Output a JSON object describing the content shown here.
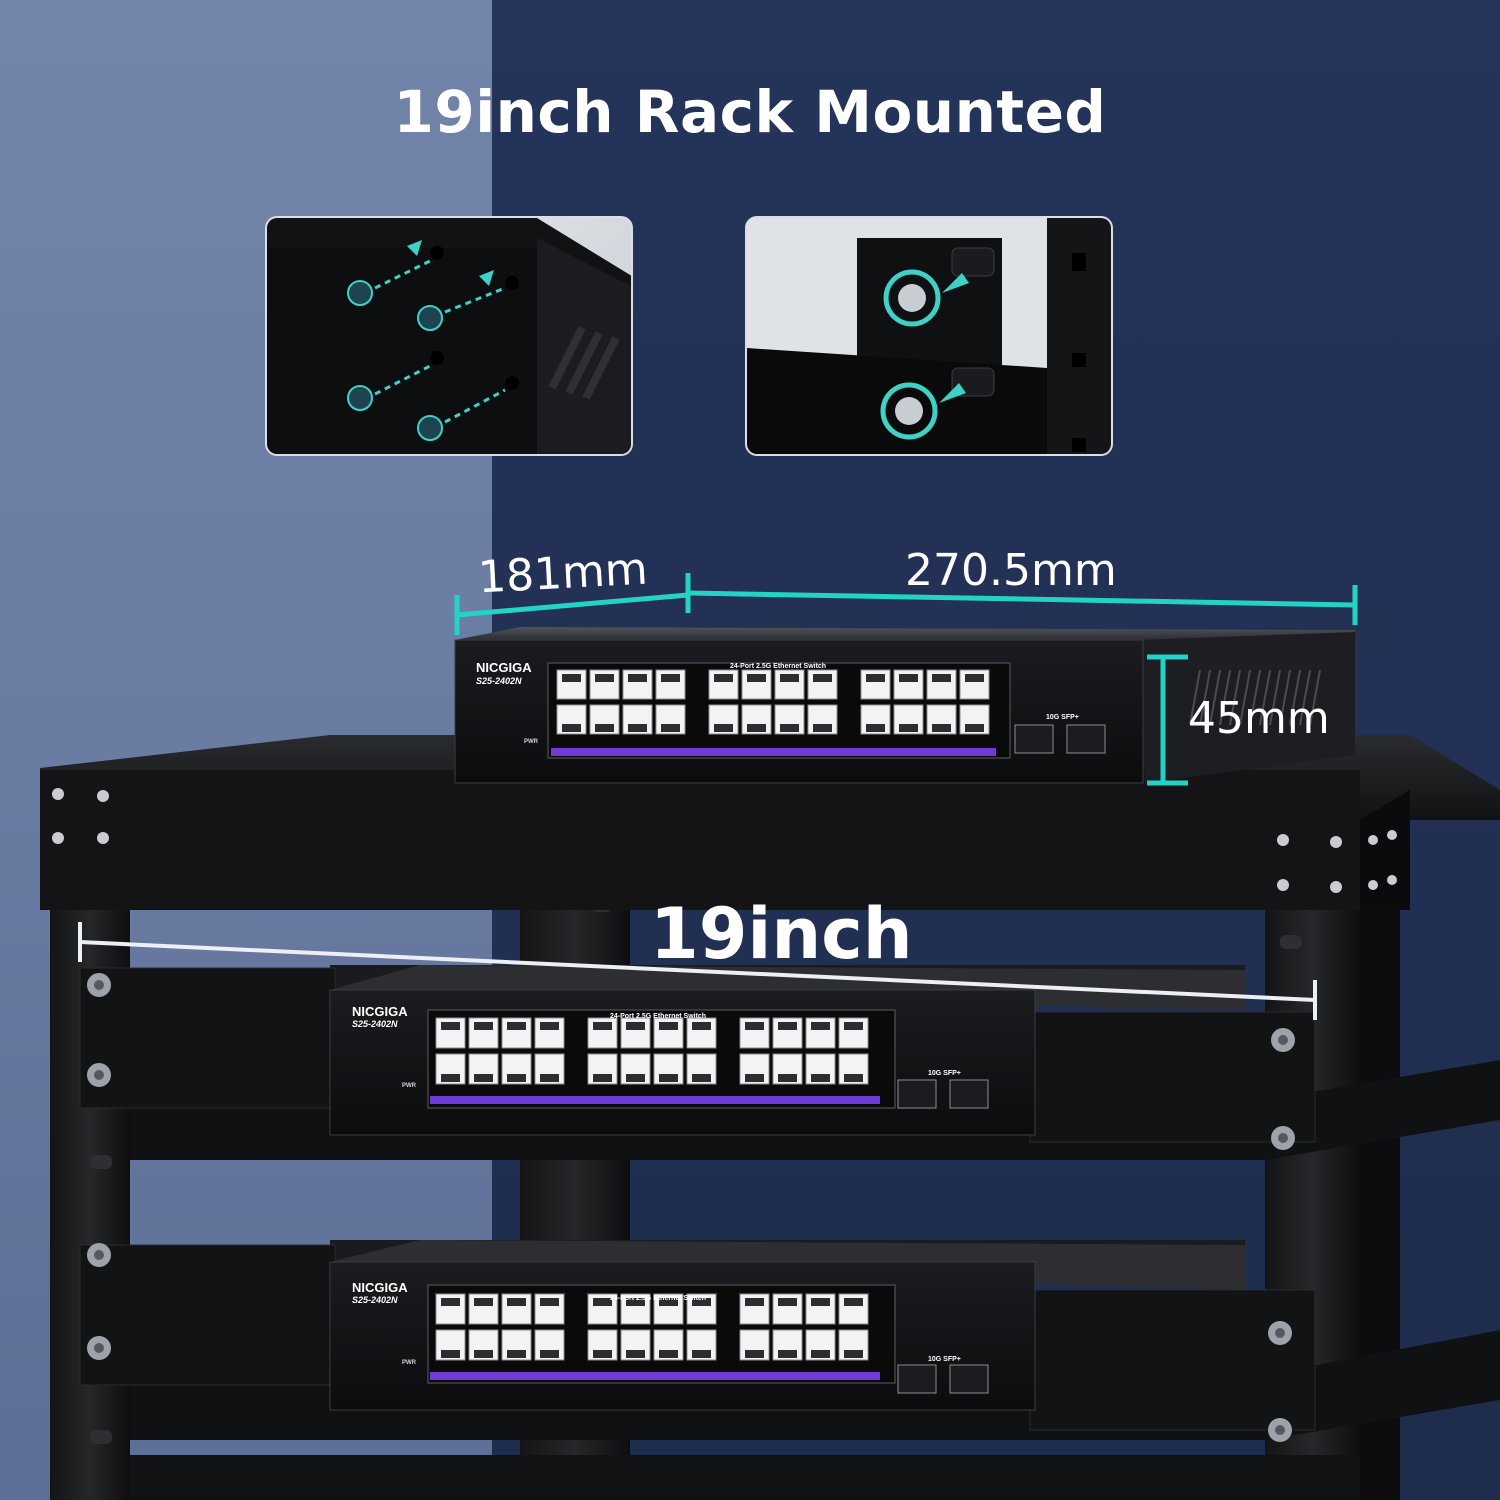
{
  "headline": "19inch Rack Mounted",
  "dimensions": {
    "width": "181mm",
    "depth": "270.5mm",
    "height": "45mm",
    "rack_width": "19inch"
  },
  "switch": {
    "brand": "NICGIGA",
    "model": "S25-2402N",
    "title": "24-Port 2.5G Ethernet Switch",
    "sfp_label": "10G SFP+",
    "power_label": "PWR"
  },
  "icons": [
    "screw-icon",
    "arrow-icon",
    "rotate-icon"
  ],
  "colors": {
    "accent": "#22d3c8",
    "led_strip": "#6f3bd6",
    "background_left": "#6c7ea4",
    "background_right": "#22325a"
  }
}
